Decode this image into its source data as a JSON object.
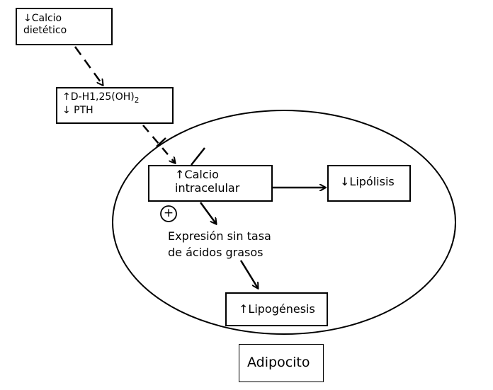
{
  "nodes": {
    "calcio_dietetico": [
      "↓Calcio",
      "dietético"
    ],
    "vitd": {
      "line1": "↑D-H1,25(OH)",
      "line1_sub": "2",
      "line2": "↓ PTH"
    },
    "calcio_intracelular": [
      "↑Calcio",
      "intracelular"
    ],
    "lipolisis": "↓Lipólisis",
    "expresion": [
      "Expresión sin tasa",
      "de ácidos grasos"
    ],
    "lipogenesis": "↑Lipogénesis",
    "adipocito": "Adipocito"
  },
  "symbols": {
    "plus": "+"
  }
}
